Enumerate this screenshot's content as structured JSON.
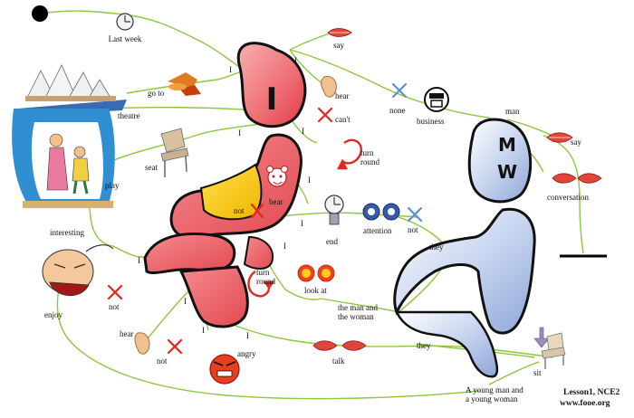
{
  "colors": {
    "line": "#8dc63f",
    "red_x": "#e5261f",
    "blue_x": "#5b8fd0",
    "figure_red": "#e8555d",
    "figure_blue": "#9bb4e0",
    "outline": "#111111"
  },
  "figure_letters": {
    "speaker_mark": "I",
    "man_top": "M",
    "man_bottom": "W"
  },
  "labels": {
    "last_week": "Last week",
    "i1": "I",
    "go_to": "go to",
    "theatre": "theatre",
    "i2": "I",
    "seat": "seat",
    "play": "play",
    "interesting": "interesting",
    "i3": "I",
    "enjoy": "enjoy",
    "not1": "not",
    "hear1": "hear",
    "not2": "not",
    "i4": "I",
    "angry": "angry",
    "i5": "I",
    "turn_round_low": "turn\nround",
    "i6": "I",
    "look_at": "look at",
    "i7": "I",
    "say1": "say",
    "hear2": "hear",
    "cant": "can't",
    "none": "none",
    "business": "business",
    "i8": "I",
    "turn_round_high": "turn\nround",
    "i9": "I",
    "bear": "bear",
    "not3": "not",
    "i10": "I",
    "end": "end",
    "attention": "attention",
    "not4": "not",
    "they1": "they",
    "man": "man",
    "say2": "say",
    "conversation": "conversation",
    "the_man_woman": "the man and\nthe woman",
    "they2": "they",
    "talk": "talk",
    "sit": "sit",
    "young": "A young man and\na young woman",
    "footer1": "Lesson1, NCE2",
    "footer2": "www.fooe.org"
  }
}
